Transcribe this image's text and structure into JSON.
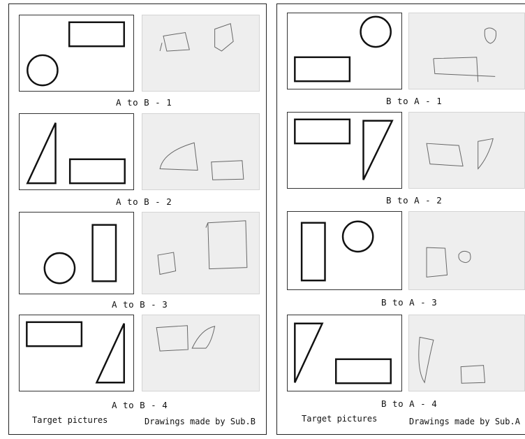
{
  "left_panel": {
    "captions": [
      "A to B - 1",
      "A to B - 2",
      "A to B - 3",
      "A to B - 4"
    ],
    "footer_left": "Target pictures",
    "footer_right": "Drawings made by Sub.B"
  },
  "right_panel": {
    "captions": [
      "B to A - 1",
      "B to A - 2",
      "B to A - 3",
      "B to A - 4"
    ],
    "footer_left": "Target pictures",
    "footer_right": "Drawings made by Sub.A"
  },
  "colors": {
    "ink": "#111111",
    "drawing_bg": "#eeeeee",
    "pencil": "#666666"
  }
}
